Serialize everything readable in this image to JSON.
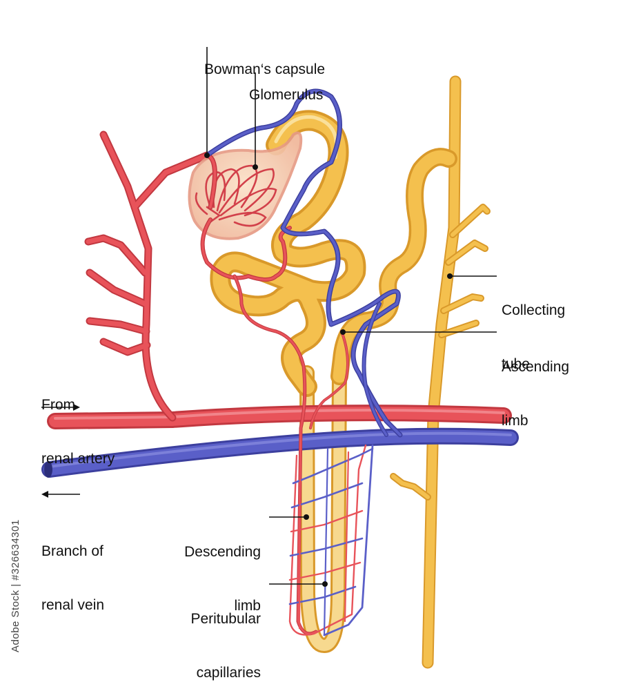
{
  "colors": {
    "artery": "#e8535a",
    "artery_dark": "#c23840",
    "vein": "#5a5fc8",
    "vein_dark": "#3c3f9e",
    "tubule": "#f4c04e",
    "tubule_dark": "#d9992a",
    "capsule_fill": "#f6c9a9",
    "capsule_edge": "#e79c86",
    "text": "#111111"
  },
  "labels": {
    "bowman": "Bowman‘s capsule",
    "glomerulus": "Glomerulus",
    "collecting_1": "Collecting",
    "collecting_2": "tube",
    "ascending_1": "Ascending",
    "ascending_2": "limb",
    "from_1": "From",
    "from_2": "renal artery",
    "branch_1": "Branch of",
    "branch_2": "renal vein",
    "descending_1": "Descending",
    "descending_2": "limb",
    "peritubular_1": "Peritubular",
    "peritubular_2": "capillaries"
  },
  "credit": "Adobe Stock | #326634301"
}
